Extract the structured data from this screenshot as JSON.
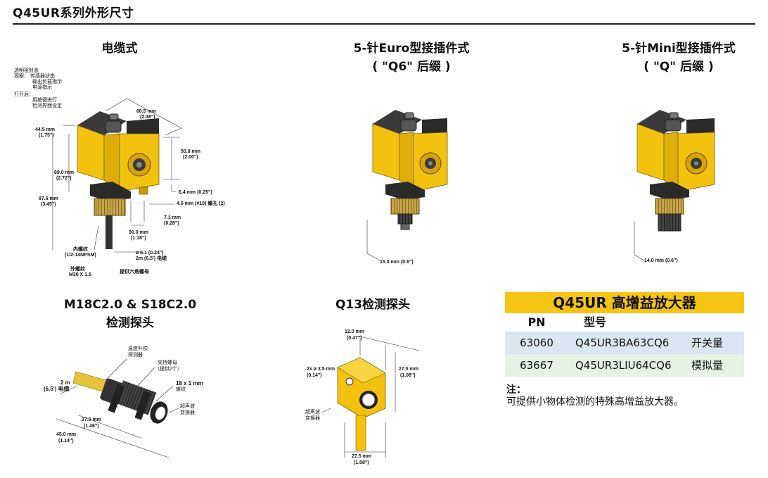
{
  "page": {
    "title": "Q45UR系列外形尺寸"
  },
  "sections": {
    "cable": "电缆式",
    "euro_l1": "5-针Euro型接插件式",
    "euro_l2": "( \"Q6\" 后缀 )",
    "mini_l1": "5-针Mini型接插件式",
    "mini_l2": "( \"Q\" 后缀 )",
    "m18_l1": "M18C2.0 & S18C2.0",
    "m18_l2": "检测探头",
    "q13": "Q13检测探头"
  },
  "cable_labels": {
    "view_1": "透明密封盖",
    "view_2": "观察：  传感器状态",
    "view_3": "输出负载指示",
    "view_4": "电源指示",
    "open_1": "打开后：",
    "open_2": "用按键进行",
    "open_3": "检测界面设定",
    "d60": "60.5 mm",
    "d60i": "(2.38\")",
    "d44": "44.5 mm",
    "d44i": "(1.75\")",
    "d50": "50.8 mm",
    "d50i": "(2.00\")",
    "d69": "69.0 mm",
    "d69i": "(2.72\")",
    "d87": "87.6 mm",
    "d87i": "(3.45\")",
    "d64": "6.4 mm (0.25\")",
    "d45": "4.5 mm (#10) 螺孔 (2)",
    "d71": "7.1 mm",
    "d71i": "(0.28\")",
    "d30": "30.0 mm",
    "d30i": "(1.18\")",
    "inner_1": "内螺纹",
    "inner_2": "(1/2-14NPSM)",
    "dia_1": "ø 6.1 (0.24\")",
    "dia_2": "2m (6.5') 电缆",
    "outer_1": "外螺纹",
    "outer_2": "M30 X 1.5",
    "nut": "提供六角螺母"
  },
  "euro_labels": {
    "d15": "15.0 mm (0.6\")"
  },
  "mini_labels": {
    "d14": "14.0 mm (0.6\")"
  },
  "m18_labels": {
    "temp_1": "温度补偿",
    "temp_2": "探测器",
    "clamp_1": "夹持螺母",
    "clamp_2": "（提供2个）",
    "thread_1": "18 x 1 mm",
    "thread_2": "螺纹",
    "ultra_1": "超声波",
    "ultra_2": "变换器",
    "cable_1": "2 m",
    "cable_2": "(6.5') 电缆",
    "d37": "37.0 mm",
    "d37i": "(1.46\")",
    "d45": "45.0 mm",
    "d45i": "(1.14\")"
  },
  "q13_labels": {
    "d12": "12.0 mm",
    "d12i": "(0.47\")",
    "hole_1": "2x ø 3.5 mm",
    "hole_2": "(0.14\")",
    "d27a": "27.5 mm",
    "d27ai": "(1.08\")",
    "ultra_1": "超声波",
    "ultra_2": "变换器",
    "d27b": "27.5 mm",
    "d27bi": "(1.08\")"
  },
  "table": {
    "title": "Q45UR 高增益放大器",
    "col_pn": "PN",
    "col_model": "型号",
    "rows": [
      {
        "pn": "63060",
        "model": "Q45UR3BA63CQ6",
        "type": "开关量",
        "bg": "#dce6f2"
      },
      {
        "pn": "63667",
        "model": "Q45UR3LIU64CQ6",
        "type": "模拟量",
        "bg": "#e6f2e4"
      }
    ]
  },
  "note": {
    "title": "注：",
    "body": "可提供小物体检测的特殊高增益放大器。"
  },
  "colors": {
    "accent_yellow": "#f6c514",
    "sensor_yellow": "#f3c20f",
    "cable_yellow": "#e8c23a",
    "dark": "#2a2a2a"
  }
}
